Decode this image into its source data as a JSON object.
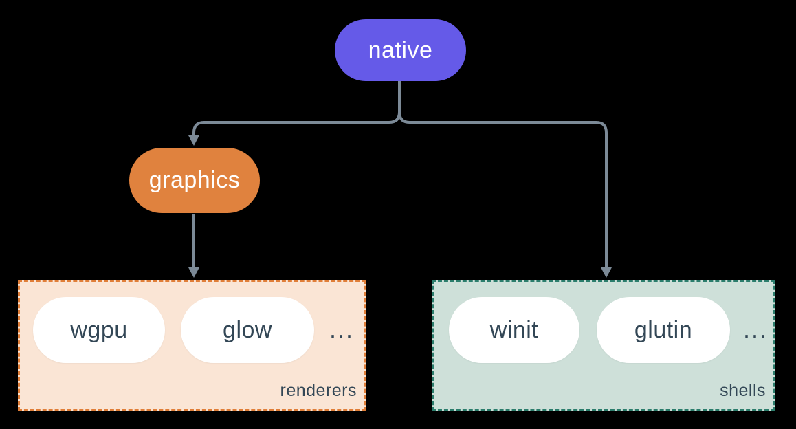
{
  "nodes": {
    "native": {
      "label": "native",
      "fill": "#655AE8"
    },
    "graphics": {
      "label": "graphics",
      "fill": "#E0823E"
    }
  },
  "groups": [
    {
      "label": "renderers",
      "items": [
        "wgpu",
        "glow"
      ],
      "more": "...",
      "fill": "#FAE5D5",
      "border_color": "#E07E38"
    },
    {
      "label": "shells",
      "items": [
        "winit",
        "glutin"
      ],
      "more": "...",
      "fill": "#CEE0D9",
      "border_color": "#2B7D6C"
    }
  ],
  "colors": {
    "background": "#000000",
    "connector": "#7C8A97",
    "node_text": "#FFFFFF",
    "item_pill_fill": "#FFFFFF",
    "item_text": "#334756"
  }
}
